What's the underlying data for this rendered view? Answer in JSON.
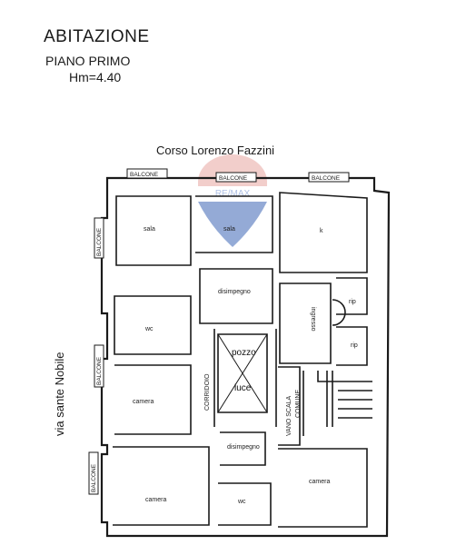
{
  "header": {
    "title": "ABITAZIONE",
    "floor": "PIANO PRIMO",
    "height": "Hm=4.40"
  },
  "streets": {
    "top": "Corso Lorenzo Fazzini",
    "left": "via sante Nobile"
  },
  "balconies": [
    "BALCONE",
    "BALCONE",
    "BALCONE",
    "BALCONE",
    "BALCONE",
    "BALCONE"
  ],
  "rooms": {
    "sala_left": "sala",
    "sala_center": "sala",
    "k": "k",
    "disimpegno_top": "disimpegno",
    "ingresso": "ingresso",
    "rip_top": "rip",
    "rip_bottom": "rip",
    "wc_left": "wc",
    "pozzo": "pozzo",
    "luce": "luce",
    "corridoio": "CORRIDOIO",
    "vano_scala": "VANO SCALA",
    "comune": "COMUNE",
    "camera_left": "camera",
    "disimpegno_bottom": "disimpegno",
    "camera_bottom_left": "camera",
    "wc_bottom": "wc",
    "camera_right": "camera"
  },
  "watermark": {
    "brand": "RE/MAX",
    "colors": {
      "red": "#d9433a",
      "blue": "#2f5fb0"
    }
  }
}
